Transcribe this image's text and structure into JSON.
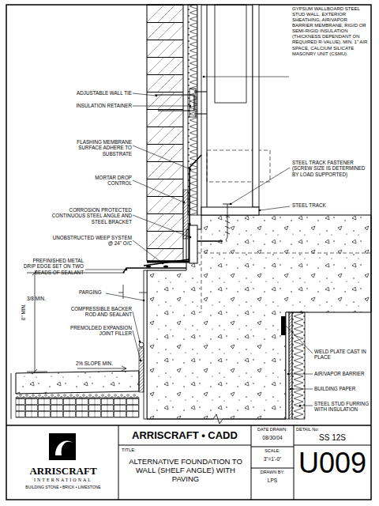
{
  "diagram": {
    "title": "ALTERNATIVE FOUNDATION TO WALL (SHELF ANGLE) WITH PAVING",
    "labels": [
      "GYPSUM WALLBOARD STEEL STUD WALL, EXTERIOR SHEATHING, AIR/VAPOR BARRIER MEMBRANE, RIGID OR SEMI-RIGID INSULATION (THICKNESS DEPENDANT ON REQUIRED R-VALUE), MIN. 1\" AIR SPACE, CALCIUM SILICATE MASONRY UNIT (CSMU).",
      "ADJUSTABLE WALL TIE",
      "INSULATION RETAINER",
      "FLASHING MEMBRANE SURFACE ADHERE TO SUBSTRATE",
      "MORTAR DROP CONTROL",
      "CORROSION PROTECTED CONTINUOUS STEEL ANGLE AND STEEL BRACKET",
      "UNOBSTRUCTED WEEP SYSTEM @ 24\" O/C",
      "PREFINISHED METAL DRIP EDGE SET ON TWO BEADS OF SEALANT",
      "3/8 MIN.",
      "PARGING",
      "6\" MIN.",
      "COMPRESSIBLE BACKER ROD AND SEALANT",
      "PREMOLDED EXPANSION JOINT FILLER",
      "2% SLOPE MIN.",
      "STEEL TRACK FASTENER (SCREW SIZE IS DETERMINED BY LOAD SUPPORTED)",
      "STEEL TRACK",
      "WELD PLATE CAST IN PLACE",
      "AIR/VAPOR BARRIER",
      "BUILDING PAPER",
      "STEEL STUD FURRING WITH INSULATION",
      "ARRISCRAFT",
      "INTERNATIONAL",
      "BUILDING STONE • BRICK • LIMESTONE",
      "ARRISCRAFT • CADD",
      "TITLE:",
      "DATE DRAWN:",
      "08/30/04",
      "SCALE:",
      "3\"=1'-0\"",
      "DRAWN BY:",
      "LPS",
      "DETAIL No:",
      "SS 12S",
      "U009"
    ]
  }
}
